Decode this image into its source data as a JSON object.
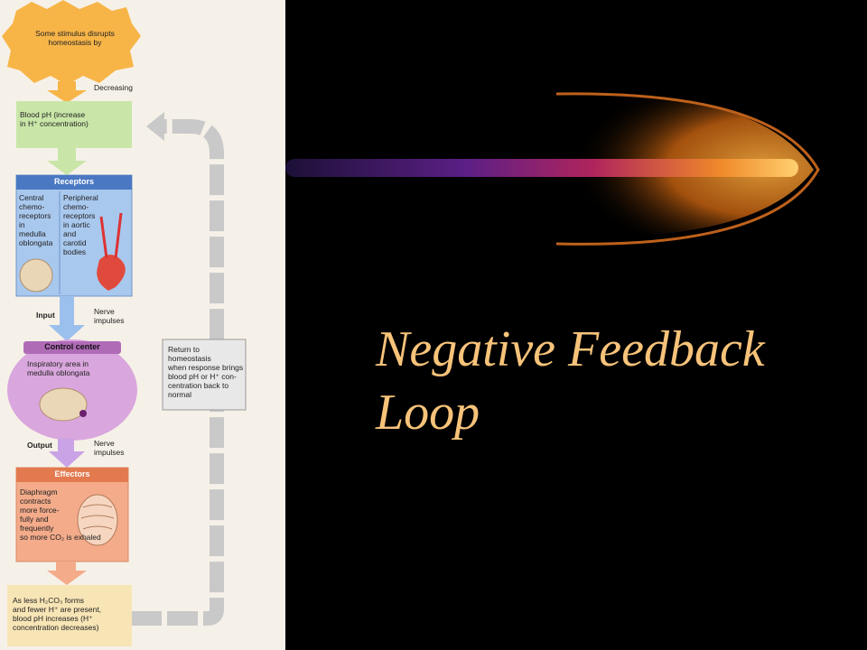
{
  "slide": {
    "title_line1": "Negative Feedback",
    "title_line2": "Loop"
  },
  "figure": {
    "stimulus": "Some stimulus disrupts\nhomeostasis by",
    "decreasing": "Decreasing",
    "variable": "Blood pH (increase\nin H⁺ concentration)",
    "receptors_title": "Receptors",
    "receptors_central": "Central\nchemo-\nreceptors\nin\nmedulla\noblongata",
    "receptors_peripheral": "Peripheral\nchemo-\nreceptors\nin aortic\nand\ncarotid\nbodies",
    "input_label": "Input",
    "input_impulses": "Nerve\nimpulses",
    "control_title": "Control center",
    "control_text": "Inspiratory area in\nmedulla oblongata",
    "output_label": "Output",
    "output_impulses": "Nerve\nimpulses",
    "effectors_title": "Effectors",
    "effectors_text": "Diaphragm\ncontracts\nmore force-\nfully and\nfrequently\nso more CO₂ is exhaled",
    "response": "As less H₂CO₃ forms\nand fewer H⁺ are present,\nblood pH increases (H⁺\nconcentration decreases)",
    "return_text": "Return to homeostasis\nwhen response brings\nblood pH or H⁺ con-\ncentration back to\nnormal"
  },
  "colors": {
    "background": "#000000",
    "title": "#f7c37a",
    "figure_background": "#f6f1e8",
    "stimulus": "#f7b548",
    "variable_box": "#c9e6a8",
    "receptors_box": "#a9c8ee",
    "control_center": "#d9a6dd",
    "effectors_box": "#f3ab8a",
    "response_box": "#f8e5b6",
    "loop_arrow": "#c9c9c9"
  }
}
